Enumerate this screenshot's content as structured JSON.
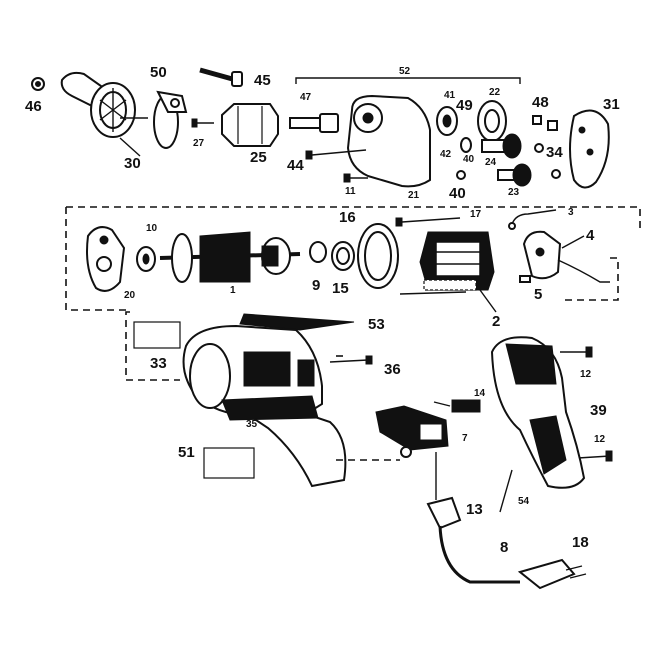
{
  "labels": {
    "p46": "46",
    "p50": "50",
    "p45": "45",
    "p30": "30",
    "p27": "27",
    "p25": "25",
    "p52": "52",
    "p47": "47",
    "p44": "44",
    "p11": "11",
    "p21": "21",
    "p41": "41",
    "p49": "49",
    "p22": "22",
    "p42": "42",
    "p40a": "40",
    "p40b": "40",
    "p24": "24",
    "p23": "23",
    "p48": "48",
    "p34": "34",
    "p31": "31",
    "p10": "10",
    "p20": "20",
    "p1": "1",
    "p9": "9",
    "p15": "15",
    "p16": "16",
    "p17": "17",
    "p3": "3",
    "p4": "4",
    "p5": "5",
    "p2": "2",
    "p53": "53",
    "p33": "33",
    "p36": "36",
    "p35": "35",
    "p12a": "12",
    "p12b": "12",
    "p39": "39",
    "p14": "14",
    "p7": "7",
    "p51": "51",
    "p13": "13",
    "p54": "54",
    "p8": "8",
    "p18": "18"
  }
}
